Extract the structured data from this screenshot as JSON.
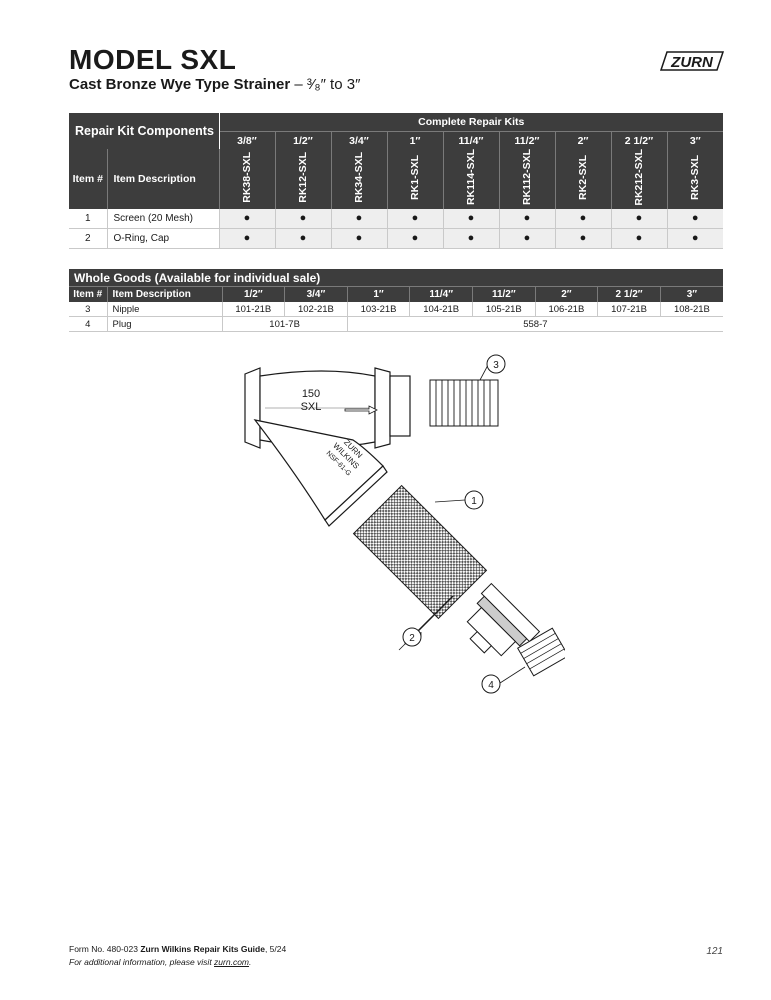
{
  "header": {
    "title": "MODEL SXL",
    "subtitle_bold": "Cast Bronze Wye Type Strainer",
    "subtitle_rest": " – ³⁄₈″ to 3″",
    "logo_text": "ZURN"
  },
  "repair_kits": {
    "corner_label": "Repair Kit Components",
    "group_label": "Complete Repair Kits",
    "item_label": "Item #",
    "desc_label": "Item Description",
    "sizes": [
      "3/8″",
      "1/2″",
      "3/4″",
      "1″",
      "11/4″",
      "11/2″",
      "2″",
      "2 1/2″",
      "3″"
    ],
    "kits": [
      "RK38-SXL",
      "RK12-SXL",
      "RK34-SXL",
      "RK1-SXL",
      "RK114-SXL",
      "RK112-SXL",
      "RK2-SXL",
      "RK212-SXL",
      "RK3-SXL"
    ],
    "rows": [
      {
        "item": "1",
        "desc": "Screen (20 Mesh)",
        "marks": [
          "●",
          "●",
          "●",
          "●",
          "●",
          "●",
          "●",
          "●",
          "●"
        ]
      },
      {
        "item": "2",
        "desc": "O-Ring, Cap",
        "marks": [
          "●",
          "●",
          "●",
          "●",
          "●",
          "●",
          "●",
          "●",
          "●"
        ]
      }
    ]
  },
  "whole_goods": {
    "caption": "Whole Goods (Available for individual sale)",
    "item_label": "Item #",
    "desc_label": "Item Description",
    "sizes": [
      "1/2″",
      "3/4″",
      "1″",
      "11/4″",
      "11/2″",
      "2″",
      "2 1/2″",
      "3″"
    ],
    "nipple": {
      "item": "3",
      "desc": "Nipple",
      "parts": [
        "101-21B",
        "102-21B",
        "103-21B",
        "104-21B",
        "105-21B",
        "106-21B",
        "107-21B",
        "108-21B"
      ]
    },
    "plug": {
      "item": "4",
      "desc": "Plug",
      "part_a": "101-7B",
      "part_b": "558-7"
    }
  },
  "drawing": {
    "body_line1": "150",
    "body_line2": "SXL",
    "cast_line1": "ZURN",
    "cast_line2": "WILKINS",
    "cast_line3": "NSF-61-G",
    "callouts": [
      "1",
      "2",
      "3",
      "4"
    ]
  },
  "footer": {
    "form_prefix": "Form No. 480-023 ",
    "form_bold": "Zurn Wilkins Repair Kits Guide",
    "form_suffix": ", 5/24",
    "info_prefix": "For additional information, please visit ",
    "info_link": "zurn.com",
    "info_suffix": ".",
    "page_number": "121"
  }
}
